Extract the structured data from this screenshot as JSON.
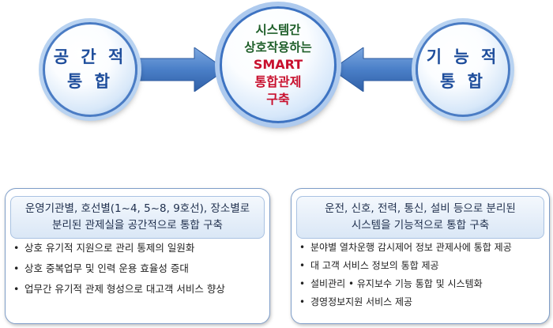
{
  "left_circle": {
    "line1": "공 간 적",
    "line2": "통 합"
  },
  "right_circle": {
    "line1": "기 능 적",
    "line2": "통 합"
  },
  "center_circle": {
    "line1": "시스템간",
    "line2": "상호작용하는",
    "line3": "SMART",
    "line4": "통합관제",
    "line5": "구축"
  },
  "left_box": {
    "header_line1": "운영기관별, 호선별(1~4, 5~8, 9호선), 장소별로",
    "header_line2": "분리된 관제실을 공간적으로 통합 구축",
    "bullet_marker": "•",
    "bullets": [
      "상호 유기적 지원으로 관리 통제의 일원화",
      "상호 중복업무 및 인력 운용 효율성 증대",
      "업무간 유기적 관제 형성으로 대고객 서비스 향상"
    ]
  },
  "right_box": {
    "header_line1": "운전, 신호, 전력, 통신, 설비 등으로 분리된",
    "header_line2": "시스템을 기능적으로 통합 구축",
    "bullet_marker": "•",
    "bullets": [
      "분야별 열차운행 감시제어 정보 관제사에 통합 제공",
      "대 고객 서비스 정보의 통합 제공",
      "설비관리 • 유지보수 기능 통합 및 시스템화",
      "경영정보지원 서비스 제공"
    ]
  },
  "colors": {
    "arrow": "#4a7fc8",
    "circle_border": "#4a7cc4",
    "side_text": "#1f4e9c",
    "center_green": "#1f5f2a",
    "center_red": "#c8102e"
  }
}
